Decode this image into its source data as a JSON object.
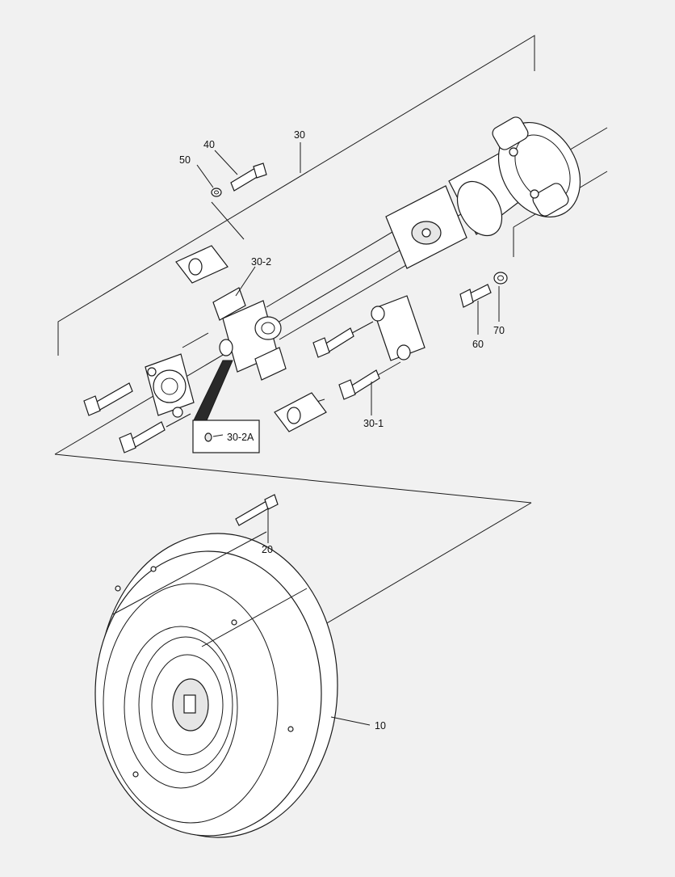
{
  "callouts": {
    "c30": "30",
    "c40": "40",
    "c50": "50",
    "c30_2": "30-2",
    "c30_2A": "30-2A",
    "c30_1": "30-1",
    "c60": "60",
    "c70": "70",
    "c20": "20",
    "c10": "10"
  },
  "colors": {
    "background": "#f1f1f1",
    "line": "#1a1a1a",
    "part_fill": "#ffffff"
  }
}
